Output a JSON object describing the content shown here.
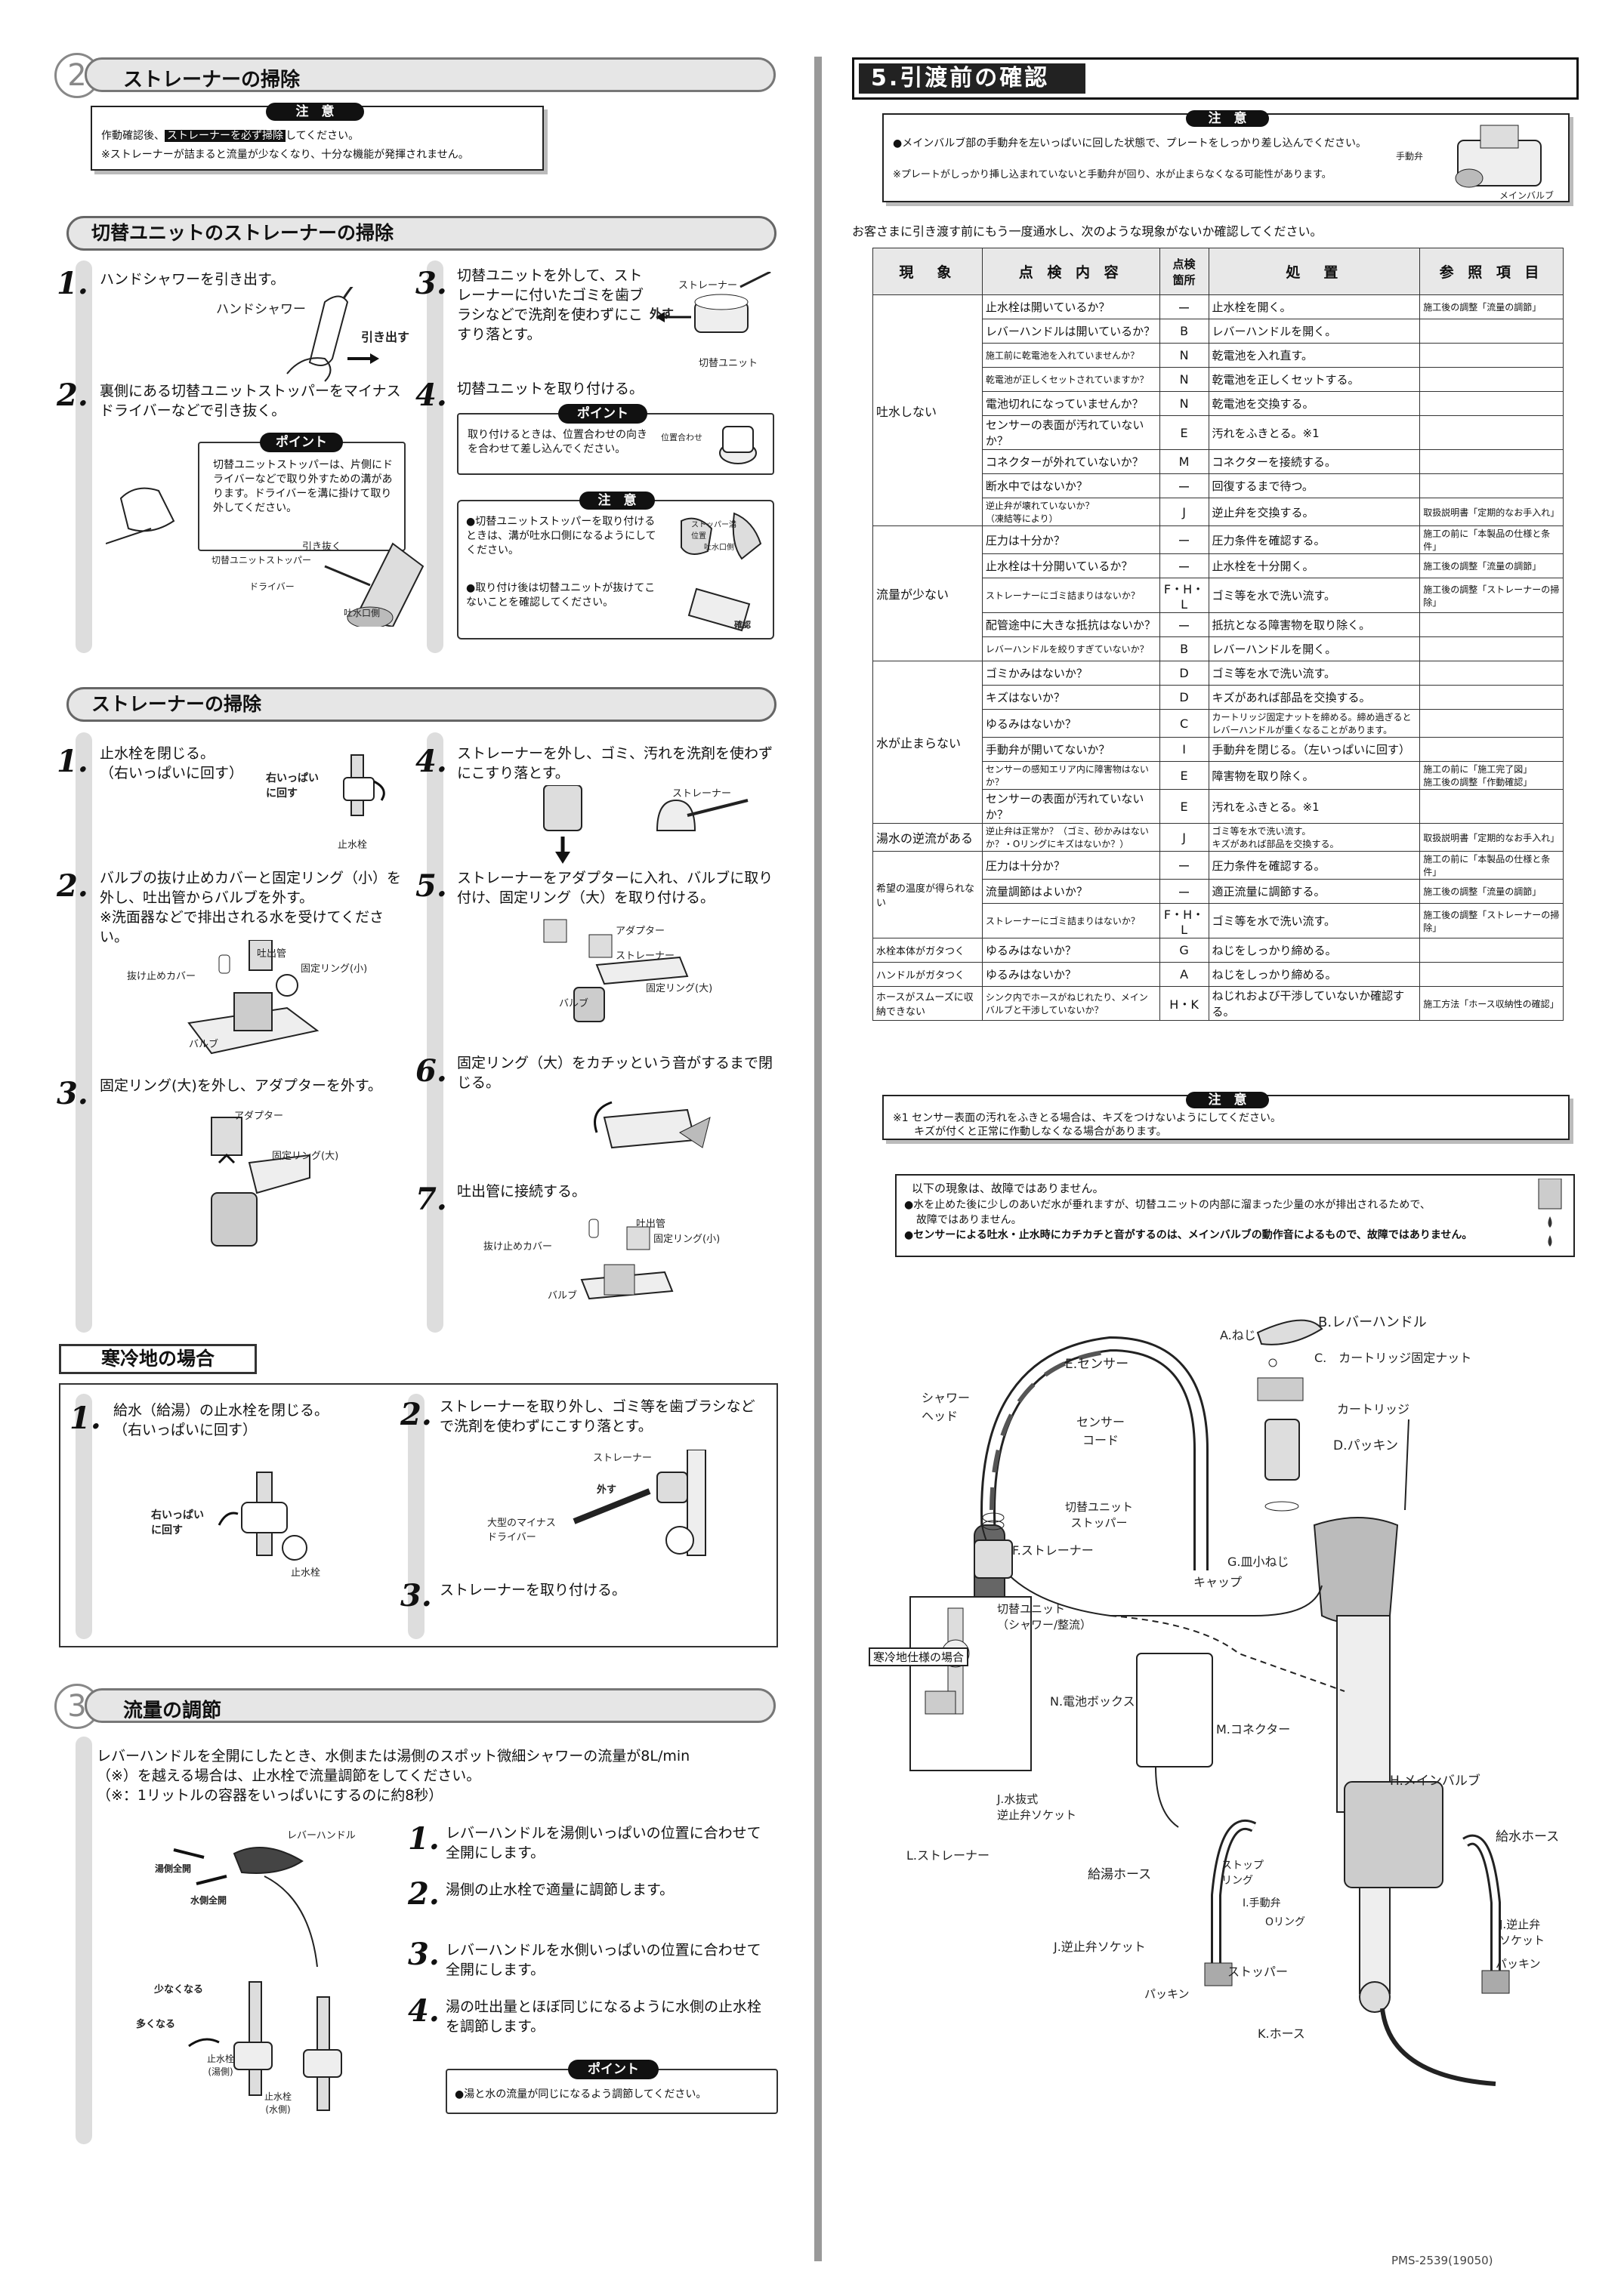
{
  "left": {
    "sec2": {
      "num": "2",
      "title": "ストレーナーの掃除",
      "notice_label": "注　意",
      "notice_line1_pre": "作動確認後、",
      "notice_line1_hl": "ストレーナーを必ず掃除",
      "notice_line1_post": "してください。",
      "notice_line2": "※ストレーナーが詰まると流量が少なくなり、十分な機能が発揮されません。"
    },
    "unit": {
      "title": "切替ユニットのストレーナーの掃除",
      "s1_num": "1.",
      "s1_text": "ハンドシャワーを引き出す。",
      "s1_lbl_shower": "ハンドシャワー",
      "s1_lbl_pull": "引き出す",
      "s2_num": "2.",
      "s2_text": "裏側にある切替ユニットストッパーをマイナスドライバーなどで引き抜く。",
      "s2_point_label": "ポイント",
      "s2_point_text": "切替ユニットストッパーは、片側にドライバーなどで取り外すための溝があります。ドライバーを溝に掛けて取り外してください。",
      "s2_lbl_pull": "引き抜く",
      "s2_lbl_stopper": "切替ユニットストッパー",
      "s2_lbl_driver": "ドライバー",
      "s2_lbl_spout": "吐水口側",
      "s3_num": "3.",
      "s3_text": "切替ユニットを外して、ストレーナーに付いたゴミを歯ブラシなどで洗剤を使わずにこすり落とす。",
      "s3_lbl_remove": "外す",
      "s3_lbl_strainer": "ストレーナー",
      "s3_lbl_unit": "切替ユニット",
      "s4_num": "4.",
      "s4_text": "切替ユニットを取り付ける。",
      "s4_point_label": "ポイント",
      "s4_point_text": "取り付けるときは、位置合わせの向きを合わせて差し込んでください。",
      "s4_lbl_align": "位置合わせ",
      "s4_notice_label": "注　意",
      "s4_notice_1": "●切替ユニットストッパーを取り付けるときは、溝が吐水口側になるようにしてください。",
      "s4_notice_2": "●取り付け後は切替ユニットが抜けてこないことを確認してください。",
      "s4_lbl_groove": "ストッパー溝位置",
      "s4_lbl_spout": "吐水口側",
      "s4_lbl_confirm": "確認"
    },
    "strainer": {
      "title": "ストレーナーの掃除",
      "s1_num": "1.",
      "s1_text": "止水栓を閉じる。\n（右いっぱいに回す）",
      "s1_lbl_turn": "右いっぱい\nに回す",
      "s1_lbl_valve": "止水栓",
      "s2_num": "2.",
      "s2_text": "バルブの抜け止めカバーと固定リング（小）を外し、吐出管からバルブを外す。\n※洗面器などで排出される水を受けてください。",
      "s2_lbl_pipe": "吐出管",
      "s2_lbl_cover": "抜け止めカバー",
      "s2_lbl_ring": "固定リング(小)",
      "s2_lbl_valve": "バルブ",
      "s3_num": "3.",
      "s3_text": "固定リング(大)を外し、アダプターを外す。",
      "s3_lbl_adapter": "アダプター",
      "s3_lbl_ring": "固定リング(大)",
      "s4_num": "4.",
      "s4_text": "ストレーナーを外し、ゴミ、汚れを洗剤を使わずにこすり落とす。",
      "s4_lbl_strainer": "ストレーナー",
      "s5_num": "5.",
      "s5_text": "ストレーナーをアダプターに入れ、バルブに取り付け、固定リング（大）を取り付ける。",
      "s5_lbl_adapter": "アダプター",
      "s5_lbl_strainer": "ストレーナー",
      "s5_lbl_ring": "固定リング(大)",
      "s5_lbl_valve": "バルブ",
      "s6_num": "6.",
      "s6_text": "固定リング（大）をカチッという音がするまで閉じる。",
      "s7_num": "7.",
      "s7_text": "吐出管に接続する。",
      "s7_lbl_pipe": "吐出管",
      "s7_lbl_cover": "抜け止めカバー",
      "s7_lbl_ring": "固定リング(小)",
      "s7_lbl_valve": "バルブ"
    },
    "cold": {
      "title": "寒冷地の場合",
      "s1_num": "1.",
      "s1_text": "給水（給湯）の止水栓を閉じる。\n（右いっぱいに回す）",
      "s1_lbl_turn": "右いっぱい\nに回す",
      "s1_lbl_valve": "止水栓",
      "s2_num": "2.",
      "s2_text": "ストレーナーを取り外し、ゴミ等を歯ブラシなどで洗剤を使わずにこすり落とす。",
      "s2_lbl_strainer": "ストレーナー",
      "s2_lbl_remove": "外す",
      "s2_lbl_driver": "大型のマイナス\nドライバー",
      "s3_num": "3.",
      "s3_text": "ストレーナーを取り付ける。"
    },
    "sec3": {
      "num": "3",
      "title": "流量の調節",
      "intro1": "レバーハンドルを全開にしたとき、水側または湯側のスポット微細シャワーの流量が8L/min",
      "intro2": "（※）を越える場合は、止水栓で流量調節をしてください。",
      "intro3": "（※：1リットルの容器をいっぱいにするのに約8秒）",
      "lbl_lever": "レバーハンドル",
      "lbl_hot": "湯側全開",
      "lbl_cold": "水側全開",
      "lbl_less": "少なくなる",
      "lbl_more": "多くなる",
      "lbl_valve_hot": "止水栓\n(湯側)",
      "lbl_valve_cold": "止水栓\n(水側)",
      "s1_num": "1.",
      "s1_text": "レバーハンドルを湯側いっぱいの位置に合わせて全開にします。",
      "s2_num": "2.",
      "s2_text": "湯側の止水栓で適量に調節します。",
      "s3_num": "3.",
      "s3_text": "レバーハンドルを水側いっぱいの位置に合わせて全開にします。",
      "s4_num": "4.",
      "s4_text": "湯の吐出量とほぼ同じになるように水側の止水栓を調節します。",
      "point_label": "ポイント",
      "point_text": "●湯と水の流量が同じになるよう調節してください。"
    }
  },
  "right": {
    "sec5": {
      "title": "5.引渡前の確認",
      "notice_label": "注　意",
      "notice_1": "●メインバルブ部の手動弁を左いっぱいに回した状態で、プレートをしっかり差し込んでください。",
      "notice_2": "※プレートがしっかり挿し込まれていないと手動弁が回り、水が止まらなくなる可能性があります。",
      "lbl_manual_valve": "手動弁",
      "lbl_main_valve": "メインバルブ",
      "intro": "お客さまに引き渡す前にもう一度通水し、次のような現象がないか確認してください。"
    },
    "table": {
      "headers": [
        "現　象",
        "点 検 内 容",
        "点検\n箇所",
        "処　置",
        "参 照 項 目"
      ],
      "groups": [
        {
          "phenomenon": "吐水しない",
          "rows": [
            [
              "止水栓は開いているか？",
              "ー",
              "止水栓を開く。",
              "施工後の調整「流量の調節」"
            ],
            [
              "レバーハンドルは開いているか？",
              "B",
              "レバーハンドルを開く。",
              ""
            ],
            [
              "施工前に乾電池を入れていませんか？",
              "N",
              "乾電池を入れ直す。",
              ""
            ],
            [
              "乾電池が正しくセットされていますか？",
              "N",
              "乾電池を正しくセットする。",
              ""
            ],
            [
              "電池切れになっていませんか？",
              "N",
              "乾電池を交換する。",
              ""
            ],
            [
              "センサーの表面が汚れていないか？",
              "E",
              "汚れをふきとる。※1",
              ""
            ],
            [
              "コネクターが外れていないか？",
              "M",
              "コネクターを接続する。",
              ""
            ],
            [
              "断水中ではないか？",
              "ー",
              "回復するまで待つ。",
              ""
            ],
            [
              "逆止弁が壊れていないか？\n（凍結等により）",
              "J",
              "逆止弁を交換する。",
              "取扱説明書「定期的なお手入れ」"
            ]
          ]
        },
        {
          "phenomenon": "流量が少ない",
          "rows": [
            [
              "圧力は十分か？",
              "ー",
              "圧力条件を確認する。",
              "施工の前に「本製品の仕様と条件」"
            ],
            [
              "止水栓は十分開いているか？",
              "ー",
              "止水栓を十分開く。",
              "施工後の調整「流量の調節」"
            ],
            [
              "ストレーナーにゴミ詰まりはないか？",
              "F・H・L",
              "ゴミ等を水で洗い流す。",
              "施工後の調整「ストレーナーの掃除」"
            ],
            [
              "配管途中に大きな抵抗はないか？",
              "ー",
              "抵抗となる障害物を取り除く。",
              ""
            ],
            [
              "レバーハンドルを絞りすぎていないか？",
              "B",
              "レバーハンドルを開く。",
              ""
            ]
          ]
        },
        {
          "phenomenon": "水が止まらない",
          "rows": [
            [
              "ゴミかみはないか？",
              "D",
              "ゴミ等を水で洗い流す。",
              ""
            ],
            [
              "キズはないか？",
              "D",
              "キズがあれば部品を交換する。",
              ""
            ],
            [
              "ゆるみはないか？",
              "C",
              "カートリッジ固定ナットを締める。締め過ぎるとレバーハンドルが重くなることがあります。",
              ""
            ],
            [
              "手動弁が開いてないか？",
              "I",
              "手動弁を閉じる。（左いっぱいに回す）",
              ""
            ],
            [
              "センサーの感知エリア内に障害物はないか？",
              "E",
              "障害物を取り除く。",
              "施工の前に「施工完了図」\n施工後の調整「作動確認」"
            ],
            [
              "センサーの表面が汚れていないか？",
              "E",
              "汚れをふきとる。※1",
              ""
            ]
          ]
        },
        {
          "phenomenon": "湯水の逆流がある",
          "rows": [
            [
              "逆止弁は正常か？（ゴミ、砂かみはないか？・Oリングにキズはないか？）",
              "J",
              "ゴミ等を水で洗い流す。\nキズがあれば部品を交換する。",
              "取扱説明書「定期的なお手入れ」"
            ]
          ]
        },
        {
          "phenomenon": "希望の温度が得られない",
          "rows": [
            [
              "圧力は十分か？",
              "ー",
              "圧力条件を確認する。",
              "施工の前に「本製品の仕様と条件」"
            ],
            [
              "流量調節はよいか？",
              "ー",
              "適正流量に調節する。",
              "施工後の調整「流量の調節」"
            ],
            [
              "ストレーナーにゴミ詰まりはないか？",
              "F・H・L",
              "ゴミ等を水で洗い流す。",
              "施工後の調整「ストレーナーの掃除」"
            ]
          ]
        },
        {
          "phenomenon": "水栓本体がガタつく",
          "rows": [
            [
              "ゆるみはないか？",
              "G",
              "ねじをしっかり締める。",
              ""
            ]
          ]
        },
        {
          "phenomenon": "ハンドルがガタつく",
          "rows": [
            [
              "ゆるみはないか？",
              "A",
              "ねじをしっかり締める。",
              ""
            ]
          ]
        },
        {
          "phenomenon": "ホースがスムーズに収納できない",
          "rows": [
            [
              "シンク内でホースがねじれたり、メインバルブと干渉していないか？",
              "H・K",
              "ねじれおよび干渉していないか確認する。",
              "施工方法「ホース収納性の確認」"
            ]
          ]
        }
      ]
    },
    "note1": {
      "label": "注　意",
      "line1": "※1 センサー表面の汚れをふきとる場合は、キズをつけないようにしてください。",
      "line2": "キズが付くと正常に作動しなくなる場合があります。"
    },
    "note2": {
      "line0": "以下の現象は、故障ではありません。",
      "line1": "●水を止めた後に少しのあいだ水が垂れますが、切替ユニットの内部に溜まった少量の水が排出されるためで、",
      "line1b": "故障ではありません。",
      "line2": "●センサーによる吐水・止水時にカチカチと音がするのは、メインバルブの動作音によるもので、故障ではありません。"
    },
    "parts": {
      "a": "A.ねじ",
      "b": "B.レバーハンドル",
      "c": "C.　カートリッジ固定ナット",
      "cart": "カートリッジ",
      "d": "D.パッキン",
      "e": "E.センサー",
      "shower": "シャワー\nヘッド",
      "cord": "センサー\nコード",
      "stopper": "切替ユニット\nストッパー",
      "f": "F.ストレーナー",
      "g": "G.皿小ねじ",
      "cap": "キャップ",
      "unit": "切替ユニット\n（シャワー/整流）",
      "cold_case": "寒冷地仕様の場合",
      "n": "N.電池ボックス",
      "m": "M.コネクター",
      "h": "H.メインバルブ",
      "j_water": "J.水抜式\n逆止弁ソケット",
      "l": "L.ストレーナー",
      "supply_hot": "給湯ホース",
      "supply_cold": "給水ホース",
      "stop_ring": "ストップ\nリング",
      "i": "I.手動弁",
      "oring": "Oリング",
      "j_left": "J.逆止弁ソケット",
      "j_right": "J.逆止弁\nソケット",
      "packing_l": "パッキン",
      "packing_r": "パッキン",
      "stopper2": "ストッパー",
      "k": "K.ホース"
    },
    "footer": "PMS-2539(19050)"
  }
}
